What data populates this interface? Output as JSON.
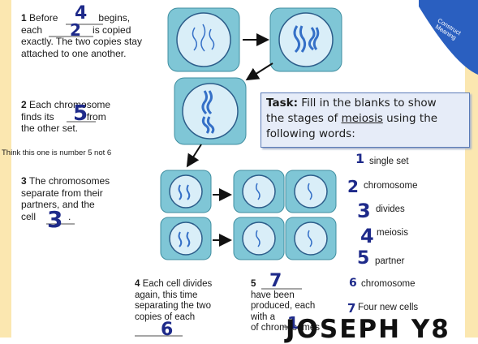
{
  "badge": {
    "line1": "Construct",
    "line2": "Meaning"
  },
  "stage1": {
    "prefix": "Before",
    "blank1": "4",
    "mid1": "begins,",
    "line2_prefix": "each",
    "blank2": "2",
    "line2_suffix": "is copied",
    "line3": "exactly. The two copies stay",
    "line4": "attached to one another."
  },
  "stage2": {
    "line1": "Each chromosome",
    "line2_prefix": "finds its",
    "blank": "5",
    "line2_suffix": "from",
    "line3": "the other set."
  },
  "side_note": "Think this one is number 5 not 6",
  "stage3": {
    "line1": "The chromosomes",
    "line2": "separate from their",
    "line3": "partners, and the",
    "line4_prefix": "cell",
    "blank": "3"
  },
  "stage4": {
    "line1": "Each cell divides",
    "line2": "again, this time",
    "line3": "separating the two",
    "line4": "copies of each",
    "blank": "6"
  },
  "stage5": {
    "blank": "7",
    "line2": "have been",
    "line3": "produced, each",
    "line4_prefix": "with a",
    "blank2": "1",
    "line5": "of chromosomes"
  },
  "task": {
    "label": "Task:",
    "text1": "Fill in the blanks to show",
    "text2_pre": "the stages of",
    "text2_u": "meiosis",
    "text2_post": "using the",
    "text3": "following words:"
  },
  "word_list": [
    {
      "num": "1",
      "word": "single set"
    },
    {
      "num": "2",
      "word": "chromosome"
    },
    {
      "num": "3",
      "word": "divides"
    },
    {
      "num": "4",
      "word": "meiosis"
    },
    {
      "num": "5",
      "word": "partner"
    },
    {
      "num": "6",
      "word": "chromosome"
    },
    {
      "num": "7",
      "word": "Four new cells"
    }
  ],
  "stamp": "JOSEPH Y8",
  "colors": {
    "page_border": "#fbe7b0",
    "cell_fill": "#7fc6d6",
    "nucleus": "#d9eef8",
    "chromosome": "#3570c7",
    "badge": "#2a5fc0",
    "handwriting": "#1e2a8a"
  }
}
